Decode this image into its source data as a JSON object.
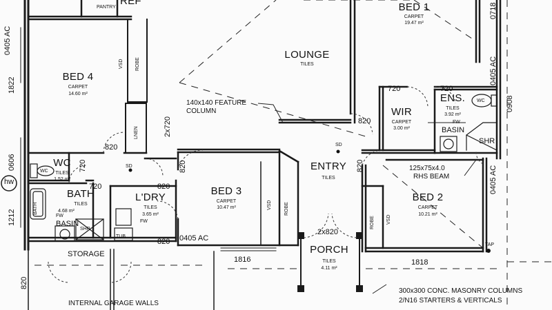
{
  "rooms": {
    "bed1": {
      "name": "BED 1",
      "floor": "CARPET",
      "area": "19.47 m²"
    },
    "lounge": {
      "name": "LOUNGE",
      "floor": "TILES"
    },
    "bed4": {
      "name": "BED 4",
      "floor": "CARPET",
      "area": "14.60 m²"
    },
    "wir": {
      "name": "WIR",
      "floor": "CARPET",
      "area": "3.00 m²"
    },
    "ens": {
      "name": "ENS.",
      "floor": "TILES",
      "area": "3.92 m²"
    },
    "entry": {
      "name": "ENTRY",
      "floor": "TILES"
    },
    "bed3": {
      "name": "BED 3",
      "floor": "CARPET",
      "area": "10.47 m²"
    },
    "bed2": {
      "name": "BED 2",
      "floor": "CARPET",
      "area": "10.21 m²"
    },
    "wc": {
      "name": "WC",
      "floor": "TILES",
      "area": "1.52 m²"
    },
    "bath": {
      "name": "BATH",
      "floor": "TILES",
      "area": "4.68 m²"
    },
    "ldry": {
      "name": "L'DRY",
      "floor": "TILES",
      "area": "3.65 m²"
    },
    "porch": {
      "name": "PORCH",
      "floor": "TILES",
      "area": "4.11 m²"
    },
    "storage": {
      "name": "STORAGE"
    }
  },
  "labels": {
    "pantry": "PANTRY",
    "ref": "REF",
    "vsd": "VSD",
    "robe": "ROBE",
    "linen": "LNEN",
    "basin": "BASIN",
    "shr": "SHR",
    "tub": "TUB",
    "wc_fixture": "WC",
    "bath_fixture": "BATH",
    "fw": "FW",
    "sd": "SD",
    "tap": "TAP",
    "hw": "hw"
  },
  "dimensions": {
    "d0405ac": "0405 AC",
    "d1822": "1822",
    "d0606": "0606",
    "d1212": "1212",
    "d720": "720",
    "d820": "820",
    "d2x720": "2x720",
    "d2x820": "2x820",
    "d1816": "1816",
    "d1818": "1818",
    "d0908": "0908",
    "d0718": "0718"
  },
  "notes": {
    "feature_column_1": "140x140 FEATURE",
    "feature_column_2": "COLUMN",
    "beam_1": "125x75x4.0",
    "beam_2": "RHS BEAM",
    "masonry_1": "300x300 CONC. MASONRY COLUMNS",
    "masonry_2": "2/N16 STARTERS & VERTICALS",
    "garage_walls": "INTERNAL GARAGE WALLS"
  }
}
